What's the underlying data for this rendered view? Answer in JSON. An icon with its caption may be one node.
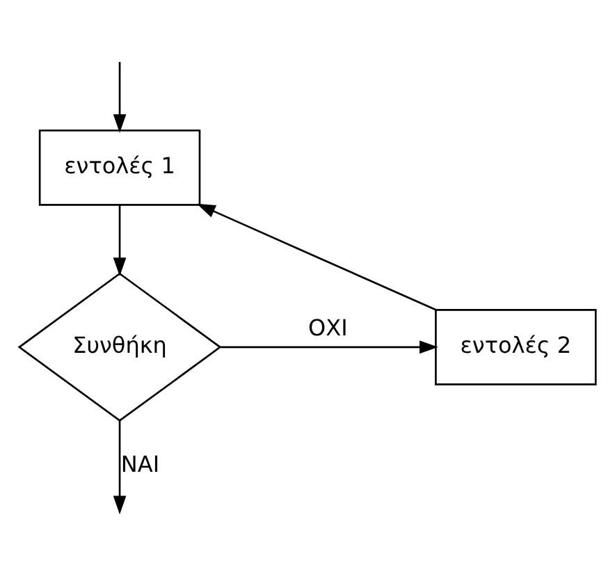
{
  "diagram": {
    "nodes": [
      {
        "text": [
          "εντολές 1"
        ]
      },
      {
        "text": [
          "Συνθήκη"
        ]
      },
      {
        "text": [
          "εντολές 2"
        ]
      }
    ],
    "edges": [
      {
        "from": null,
        "to": 0,
        "arrow": "to"
      },
      {
        "from": 0,
        "to": 1,
        "arrow": "to"
      },
      {
        "from": 1,
        "to": 2,
        "arrow": "to",
        "label": "ΟΧΙ"
      },
      {
        "from": 2,
        "to": 0,
        "arrow": "to"
      },
      {
        "from": 1,
        "to": null,
        "arrow": "to",
        "label": "ΝΑΙ"
      }
    ]
  }
}
